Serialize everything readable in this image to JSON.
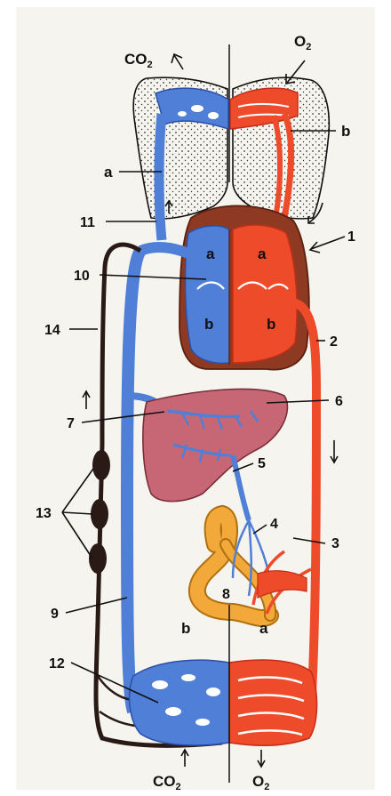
{
  "colors": {
    "paper": "#f6f4ee",
    "venous": "#4f7fd6",
    "venous_dark": "#2b4fa8",
    "arterial": "#ee4b2b",
    "arterial_dark": "#c22e18",
    "heart_wall": "#8e3a22",
    "liver": "#c76775",
    "intestine": "#f2a93a",
    "lymph": "#2a1a16",
    "lung_dots": "#333333"
  },
  "gases": {
    "top_left": {
      "main": "CO",
      "sub": "2"
    },
    "top_right": {
      "main": "O",
      "sub": "2"
    },
    "bottom_left": {
      "main": "CO",
      "sub": "2"
    },
    "bottom_right": {
      "main": "O",
      "sub": "2"
    }
  },
  "labels": {
    "a_lung": "a",
    "b_lung": "b",
    "l1": "1",
    "l2": "2",
    "l3": "3",
    "l4": "4",
    "l5": "5",
    "l6": "6",
    "l7": "7",
    "l8": "8",
    "l9": "9",
    "l10": "10",
    "l11": "11",
    "l12": "12",
    "l13": "13",
    "l14": "14",
    "heart_ra": "a",
    "heart_la": "a",
    "heart_rv": "b",
    "heart_lv": "b",
    "cap_b": "b",
    "cap_a": "a"
  },
  "icons": [
    "arrow-up-icon",
    "arrow-down-icon",
    "lung-icon",
    "heart-icon",
    "liver-icon",
    "intestine-icon",
    "lymph-node-icon"
  ]
}
